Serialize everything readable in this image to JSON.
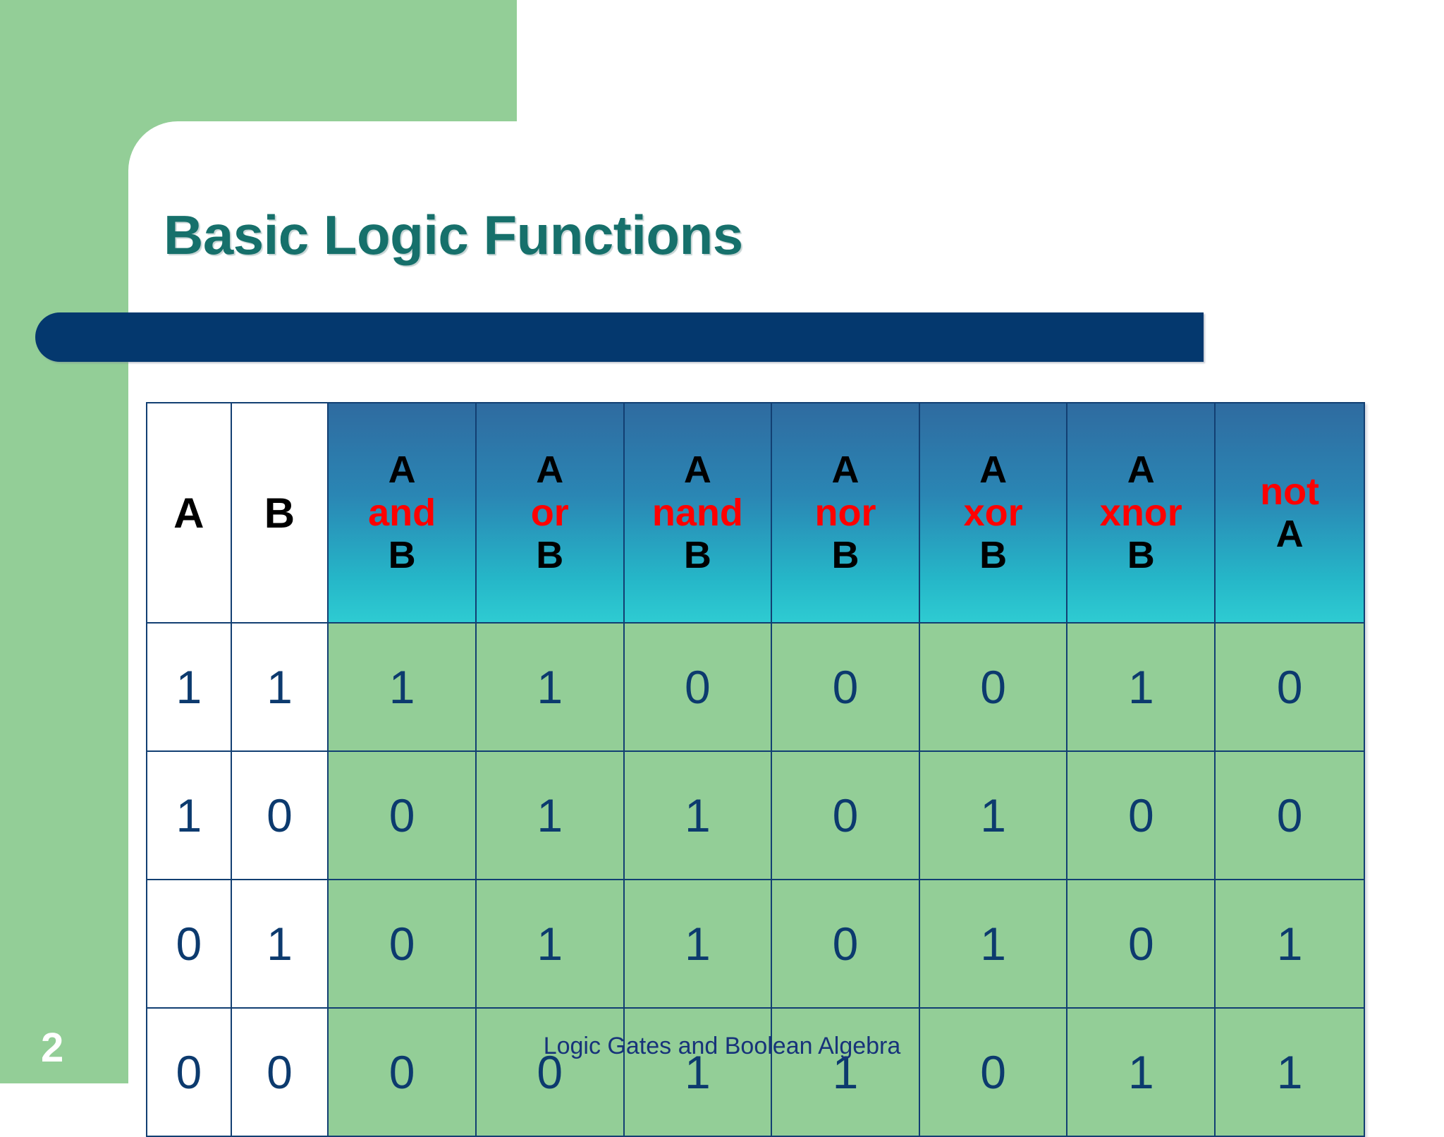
{
  "slide": {
    "title": "Basic Logic Functions",
    "footer": "Logic Gates and Boolean Algebra",
    "page_number": "2",
    "colors": {
      "green": "#93ce97",
      "navy_bar": "#04386e",
      "title_teal": "#16706b",
      "header_gradient_top": "#2f6ba0",
      "header_gradient_bottom": "#2ecbd2",
      "operator_red": "#ff0000",
      "cell_text_blue": "#0c3a6e",
      "border": "#123f72"
    }
  },
  "chart_data": {
    "type": "table",
    "title": "Basic Logic Functions",
    "headers": [
      {
        "id": "a",
        "lines": [
          {
            "text": "A",
            "color": "black"
          }
        ]
      },
      {
        "id": "b",
        "lines": [
          {
            "text": "B",
            "color": "black"
          }
        ]
      },
      {
        "id": "and",
        "lines": [
          {
            "text": "A",
            "color": "black"
          },
          {
            "text": "and",
            "color": "red"
          },
          {
            "text": "B",
            "color": "black"
          }
        ]
      },
      {
        "id": "or",
        "lines": [
          {
            "text": "A",
            "color": "black"
          },
          {
            "text": "or",
            "color": "red"
          },
          {
            "text": "B",
            "color": "black"
          }
        ]
      },
      {
        "id": "nand",
        "lines": [
          {
            "text": "A",
            "color": "black"
          },
          {
            "text": "nand",
            "color": "red"
          },
          {
            "text": "B",
            "color": "black"
          }
        ]
      },
      {
        "id": "nor",
        "lines": [
          {
            "text": "A",
            "color": "black"
          },
          {
            "text": "nor",
            "color": "red"
          },
          {
            "text": "B",
            "color": "black"
          }
        ]
      },
      {
        "id": "xor",
        "lines": [
          {
            "text": "A",
            "color": "black"
          },
          {
            "text": "xor",
            "color": "red"
          },
          {
            "text": "B",
            "color": "black"
          }
        ]
      },
      {
        "id": "xnor",
        "lines": [
          {
            "text": "A",
            "color": "black"
          },
          {
            "text": "xnor",
            "color": "red"
          },
          {
            "text": "B",
            "color": "black"
          }
        ]
      },
      {
        "id": "not",
        "lines": [
          {
            "text": "not",
            "color": "red"
          },
          {
            "text": "A",
            "color": "black"
          }
        ]
      }
    ],
    "header_labels_plain": [
      "A",
      "B",
      "A and B",
      "A or B",
      "A nand B",
      "A nor B",
      "A xor B",
      "A xnor B",
      "not A"
    ],
    "rows": [
      {
        "A": "1",
        "B": "1",
        "and": "1",
        "or": "1",
        "nand": "0",
        "nor": "0",
        "xor": "0",
        "xnor": "1",
        "not": "0"
      },
      {
        "A": "1",
        "B": "0",
        "and": "0",
        "or": "1",
        "nand": "1",
        "nor": "0",
        "xor": "1",
        "xnor": "0",
        "not": "0"
      },
      {
        "A": "0",
        "B": "1",
        "and": "0",
        "or": "1",
        "nand": "1",
        "nor": "0",
        "xor": "1",
        "xnor": "0",
        "not": "1"
      },
      {
        "A": "0",
        "B": "0",
        "and": "0",
        "or": "0",
        "nand": "1",
        "nor": "1",
        "xor": "0",
        "xnor": "1",
        "not": "1"
      }
    ]
  }
}
